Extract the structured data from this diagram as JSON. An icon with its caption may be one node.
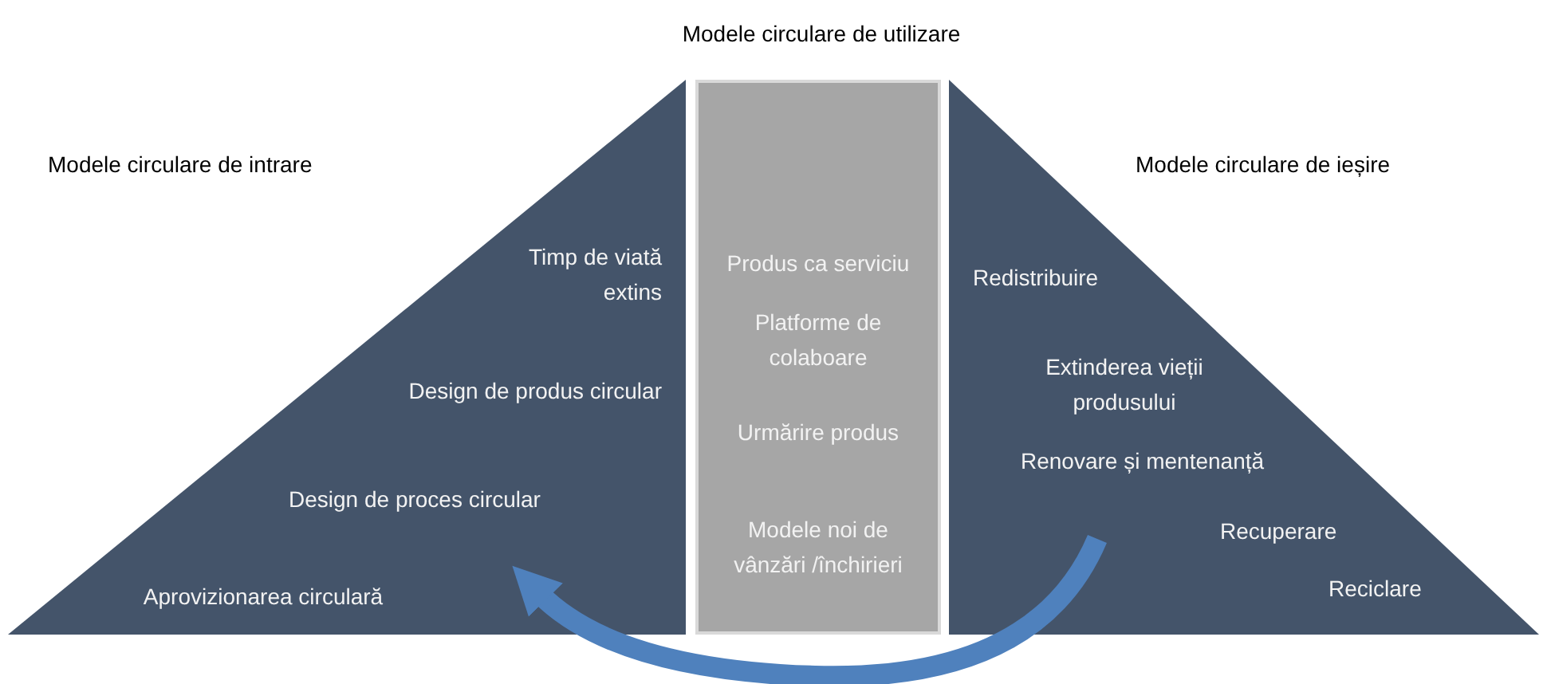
{
  "diagram": {
    "nodes": [
      {
        "text": [
          "Modele circulare de intrare",
          "Timp de viată extins",
          "Design de produs circular",
          "Design de proces circular",
          "Aprovizionarea circulară"
        ]
      },
      {
        "text": [
          "Modele circulare de utilizare",
          "Produs ca serviciu",
          "Platforme de colaboare",
          "Urmărire produs",
          "Modele noi de vânzări /închirieri"
        ]
      },
      {
        "text": [
          "Modele circulare de ieșire",
          "Redistribuire",
          "Extinderea vieții produsului",
          "Renovare și mentenanță",
          "Recuperare",
          "Reciclare"
        ]
      }
    ],
    "edges": [
      {
        "from": 2,
        "to": 0,
        "arrow": "to",
        "color": "#4f81bd"
      }
    ]
  }
}
